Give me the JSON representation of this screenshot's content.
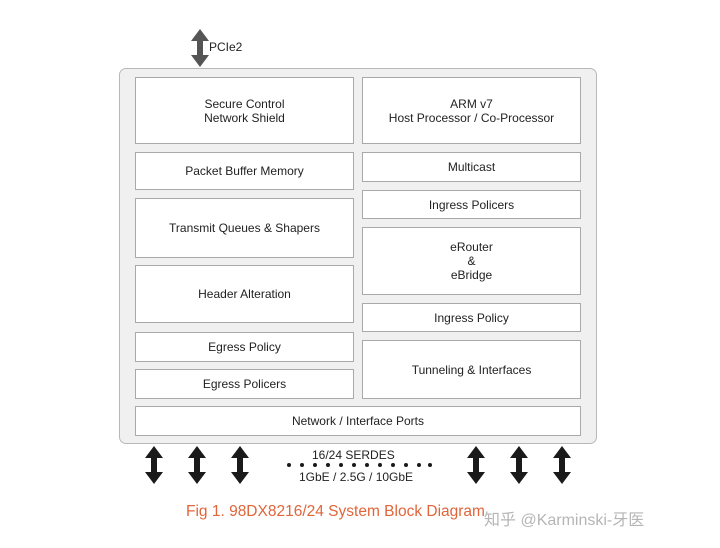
{
  "pcie": {
    "label": "PCIe2"
  },
  "blocks": {
    "secure_control": [
      "Secure Control",
      "Network Shield"
    ],
    "arm": [
      "ARM v7",
      "Host Processor / Co-Processor"
    ],
    "packet_buffer": "Packet Buffer Memory",
    "multicast": "Multicast",
    "ingress_policers": "Ingress Policers",
    "transmit_queues": "Transmit Queues & Shapers",
    "erouter": [
      "eRouter",
      "&",
      "eBridge"
    ],
    "header_alteration": "Header Alteration",
    "ingress_policy": "Ingress Policy",
    "egress_policy": "Egress Policy",
    "tunneling": "Tunneling & Interfaces",
    "egress_policers": "Egress Policers",
    "network_ports": "Network / Interface Ports"
  },
  "serdes": {
    "line1": "16/24 SERDES",
    "line2": "1GbE / 2.5G / 10GbE"
  },
  "caption": "Fig 1. 98DX8216/24 System Block Diagram",
  "watermark": "知乎 @Karminski-牙医",
  "colors": {
    "caption": "#e0653a",
    "arrow": "#1a1a1a",
    "chip_fill": "#f0f0f0",
    "block_border": "#a9a9a9"
  }
}
